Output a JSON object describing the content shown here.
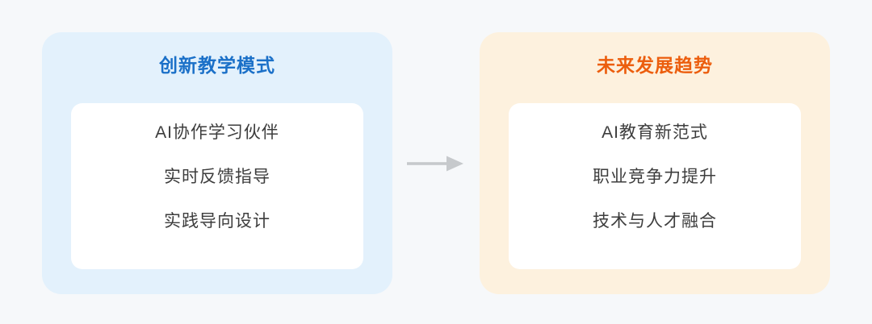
{
  "colors": {
    "page_bg": "#f6f8fa",
    "left_card_bg": "#e3f1fc",
    "right_card_bg": "#fdf1de",
    "panel_bg": "#ffffff",
    "left_title_color": "#1b70c8",
    "right_title_color": "#ec5e0e",
    "item_text_color": "#3d3d3d",
    "arrow_color": "#c6c9cc"
  },
  "left_card": {
    "title": "创新教学模式",
    "items": [
      "AI协作学习伙伴",
      "实时反馈指导",
      "实践导向设计"
    ]
  },
  "arrow": {
    "direction": "right",
    "color": "#c6c9cc"
  },
  "right_card": {
    "title": "未来发展趋势",
    "items": [
      "AI教育新范式",
      "职业竞争力提升",
      "技术与人才融合"
    ]
  }
}
